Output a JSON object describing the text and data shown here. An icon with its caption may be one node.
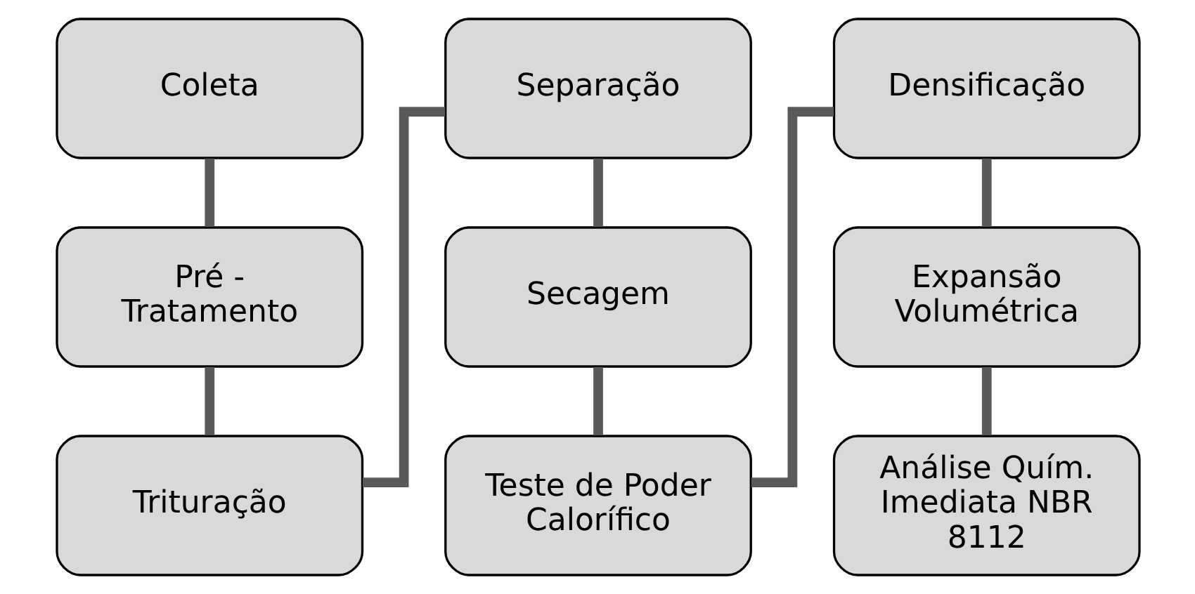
{
  "diagram": {
    "nodes": [
      {
        "text": [
          "Coleta"
        ]
      },
      {
        "text": [
          "Pré - Tratamento"
        ]
      },
      {
        "text": [
          "Trituração"
        ]
      },
      {
        "text": [
          "Separação"
        ]
      },
      {
        "text": [
          "Secagem"
        ]
      },
      {
        "text": [
          "Teste de Poder Calorífico"
        ]
      },
      {
        "text": [
          "Densificação"
        ]
      },
      {
        "text": [
          "Expansão Volumétrica"
        ]
      },
      {
        "text": [
          "Análise Quím. Imediata NBR 8112"
        ]
      }
    ],
    "edges": [
      {
        "from": 0,
        "to": 1,
        "arrow": "none"
      },
      {
        "from": 1,
        "to": 2,
        "arrow": "none"
      },
      {
        "from": 2,
        "to": 3,
        "arrow": "none"
      },
      {
        "from": 3,
        "to": 4,
        "arrow": "none"
      },
      {
        "from": 4,
        "to": 5,
        "arrow": "none"
      },
      {
        "from": 5,
        "to": 6,
        "arrow": "none"
      },
      {
        "from": 6,
        "to": 7,
        "arrow": "none"
      },
      {
        "from": 7,
        "to": 8,
        "arrow": "none"
      }
    ]
  }
}
